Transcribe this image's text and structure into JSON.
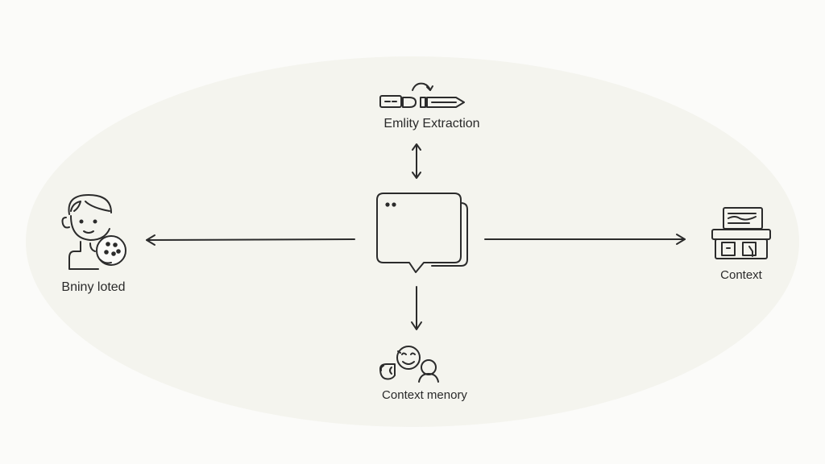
{
  "diagram": {
    "top_node": {
      "label": "Emlity Extraction",
      "icon": "entity-extraction-icon"
    },
    "left_node": {
      "label": "Bniny loted",
      "icon": "user-avatar-icon"
    },
    "right_node": {
      "label": "Context",
      "icon": "document-cabinet-icon"
    },
    "bottom_node": {
      "label": "Context menory",
      "icon": "people-memory-icon"
    },
    "center_node": {
      "icon": "chat-window-icon"
    },
    "colors": {
      "stroke": "#2b2b2b",
      "background": "#fbfbf9",
      "halo": "#f4f4ee"
    }
  }
}
